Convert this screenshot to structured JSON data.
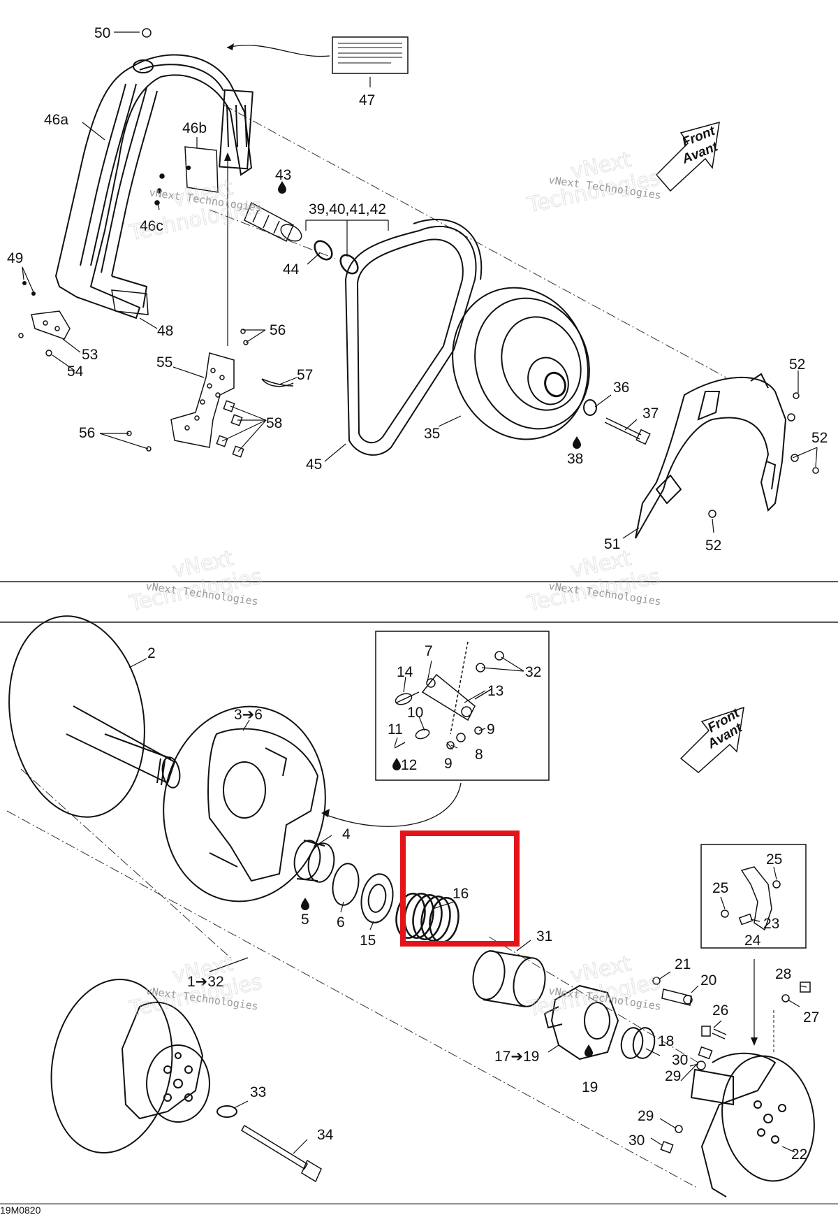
{
  "document": {
    "code": "19M0820",
    "front_arrow": {
      "line1": "Front",
      "line2": "Avant"
    },
    "watermark": {
      "line1": "vNext",
      "line2": "Technologies",
      "small": "vNext Technologies"
    }
  },
  "colors": {
    "highlight": "#e3151a",
    "line": "#111111",
    "watermark": "#c8c8c8"
  },
  "icons": [
    "oil-drop-icon",
    "front-direction-arrow-icon"
  ],
  "callouts_top": {
    "c50": "50",
    "c47": "47",
    "c46a": "46a",
    "c46b": "46b",
    "c46c": "46c",
    "c43": "43",
    "c39_42": "39,40,41,42",
    "c44": "44",
    "c49": "49",
    "c48": "48",
    "c53": "53",
    "c54": "54",
    "c56a": "56",
    "c55": "55",
    "c57": "57",
    "c56b": "56",
    "c58": "58",
    "c45": "45",
    "c35": "35",
    "c36": "36",
    "c37": "37",
    "c38": "38",
    "c52a": "52",
    "c52b": "52",
    "c51": "51",
    "c52c": "52"
  },
  "callouts_bottom": {
    "c2": "2",
    "c3_6": "3➔6",
    "c7": "7",
    "c32": "32",
    "c14": "14",
    "c13": "13",
    "c10": "10",
    "c11": "11",
    "c9a": "9",
    "c12": "12",
    "c9b": "9",
    "c8": "8",
    "c4": "4",
    "c5": "5",
    "c6": "6",
    "c15": "15",
    "c16": "16",
    "c31": "31",
    "c25a": "25",
    "c25b": "25",
    "c23": "23",
    "c24": "24",
    "c21": "21",
    "c20": "20",
    "c1_32": "1➔32",
    "c28": "28",
    "c27": "27",
    "c26": "26",
    "c18": "18",
    "c17_19": "17➔19",
    "c30a": "30",
    "c29a": "29",
    "c19": "19",
    "c33": "33",
    "c29b": "29",
    "c30b": "30",
    "c34": "34",
    "c22": "22"
  }
}
